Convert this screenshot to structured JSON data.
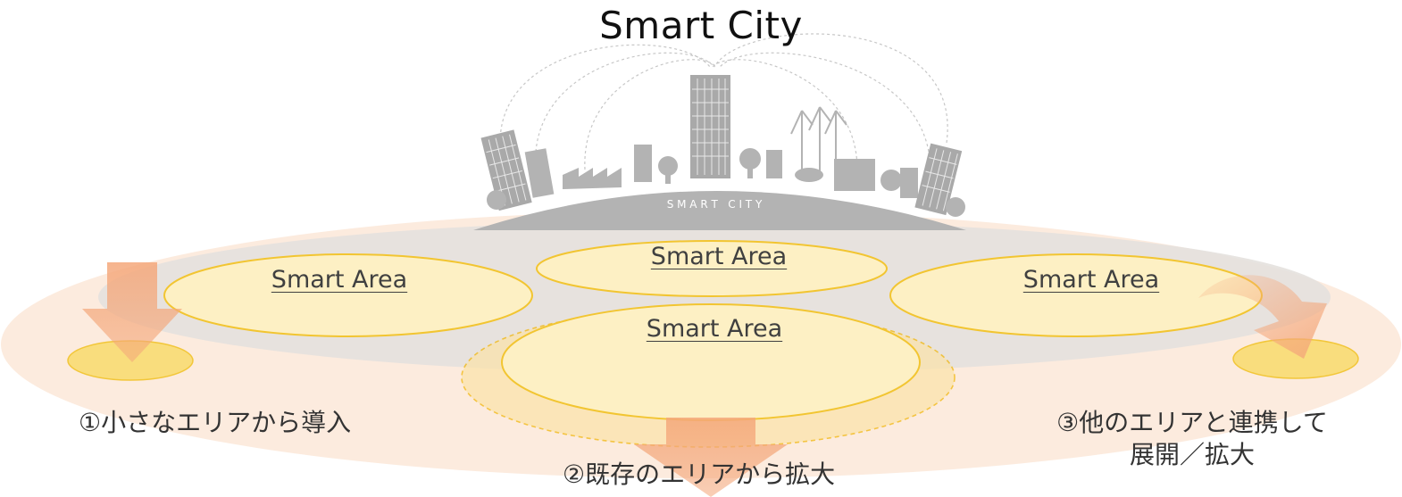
{
  "title": "Smart City",
  "illustration": {
    "skyline_text": "S M A R T   C I T Y",
    "color": "#b3b3b3"
  },
  "areas": [
    {
      "label": "Smart Area"
    },
    {
      "label": "Smart Area"
    },
    {
      "label": "Smart Area"
    },
    {
      "label": "Smart Area"
    }
  ],
  "steps": {
    "step1": "①小さなエリアから導入",
    "step2": "②既存のエリアから拡大",
    "step3_line1": "③他のエリアと連携して",
    "step3_line2": "展開／拡大"
  },
  "colors": {
    "outer_ring": "#fbe6d6",
    "inner_ring": "#e4e1de",
    "area_fill": "#fdf0c4",
    "area_stroke": "#f2c531",
    "arrow": "#f4a77a",
    "small_area": "#f9dd78"
  }
}
